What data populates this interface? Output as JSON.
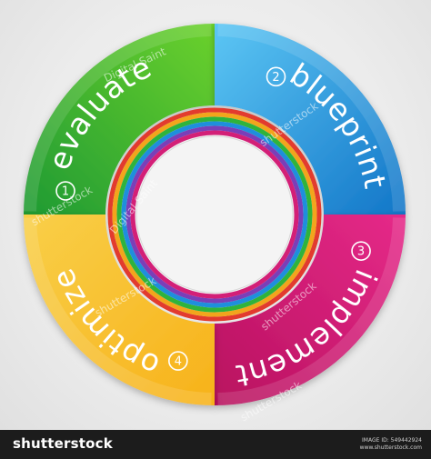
{
  "diagram": {
    "steps": [
      {
        "number": "1",
        "label": "evaluate",
        "color": "#2fb33c",
        "color_light": "#7cd92f"
      },
      {
        "number": "2",
        "label": "blueprint",
        "color": "#1e8fdc",
        "color_light": "#5cc6f4"
      },
      {
        "number": "3",
        "label": "implement",
        "color": "#d31f77",
        "color_light": "#f0479b"
      },
      {
        "number": "4",
        "label": "optimize",
        "color": "#f2a51c",
        "color_light": "#f9c940"
      }
    ],
    "ring_colors": [
      "#e23b2e",
      "#f2a51c",
      "#2fb33c",
      "#1e8fdc",
      "#7a3fb8",
      "#d31f77"
    ]
  },
  "watermark": {
    "brand": "shutterstock",
    "credit": "Digital Saint"
  },
  "footer": {
    "logo": "shutterstock",
    "image_id": "IMAGE ID: 549442924",
    "site": "www.shutterstock.com"
  }
}
